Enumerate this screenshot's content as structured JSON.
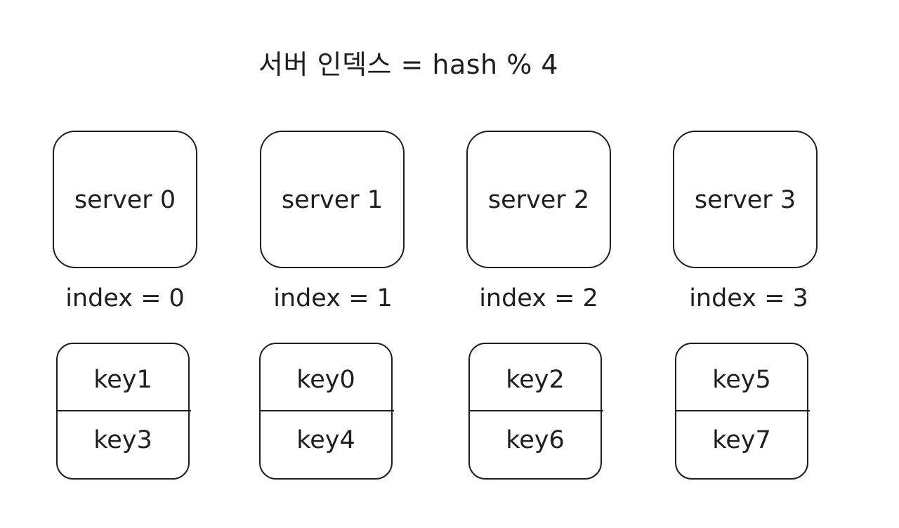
{
  "title": "서버 인덱스 = hash % 4",
  "servers": [
    {
      "name": "server 0",
      "index": "index = 0",
      "keys": [
        "key1",
        "key3"
      ]
    },
    {
      "name": "server 1",
      "index": "index = 1",
      "keys": [
        "key0",
        "key4"
      ]
    },
    {
      "name": "server 2",
      "index": "index = 2",
      "keys": [
        "key2",
        "key6"
      ]
    },
    {
      "name": "server 3",
      "index": "index = 3",
      "keys": [
        "key5",
        "key7"
      ]
    }
  ]
}
